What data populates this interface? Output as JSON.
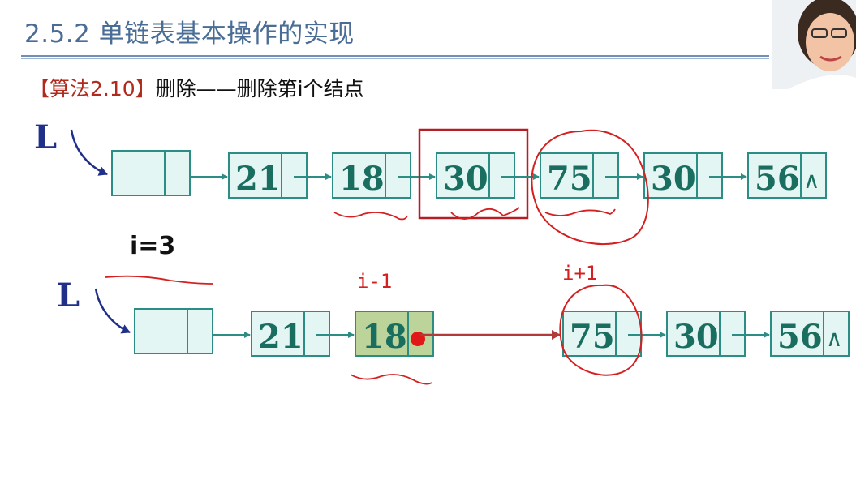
{
  "header": {
    "title": "2.5.2 单链表基本操作的实现",
    "algorithm_tag": "【算法2.10】",
    "algorithm_desc": "删除——删除第i个结点"
  },
  "diagram": {
    "head_label": "L",
    "index_label": "i=3",
    "before_list": [
      "21",
      "18",
      "30",
      "75",
      "30",
      "56"
    ],
    "after_list": [
      "21",
      "18",
      "75",
      "30",
      "56"
    ],
    "null_symbol": "∧",
    "annotation_i_minus_1": "i-1",
    "annotation_i_plus_1": "i+1"
  },
  "colors": {
    "node_fill": "#e4f6f4",
    "node_stroke": "#2b8d83",
    "highlight_fill": "#bcd39a",
    "title_color": "#4a6d96",
    "annotation_red": "#d42020",
    "box_red": "#b41e24"
  }
}
